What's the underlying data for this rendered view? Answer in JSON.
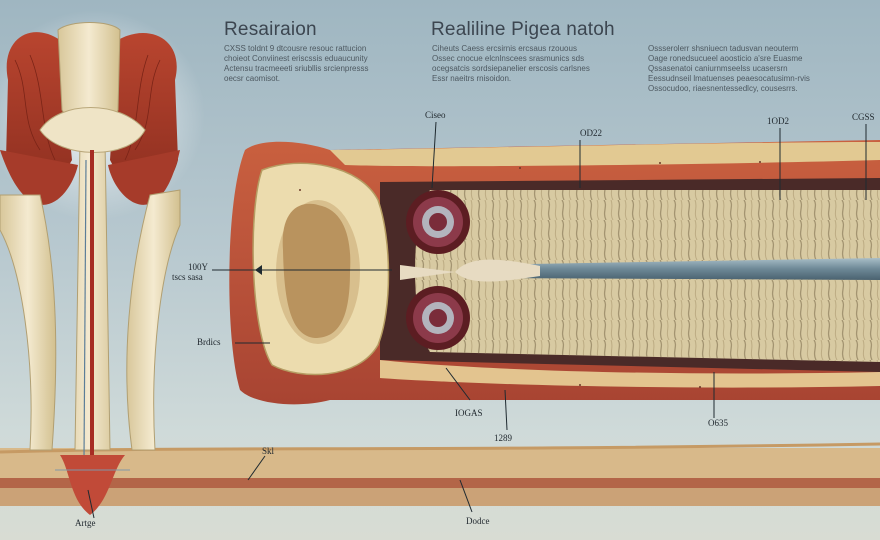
{
  "titles": {
    "left": "Resairaion",
    "middle": "Realiline Pigea natoh"
  },
  "paragraphs": {
    "left": [
      "CXSS toldnt 9 dtcousre resouc rattucion",
      "choieot Conviinest eriscssis eduaucunity",
      "Actensu tracmeeeti sriubllis srcienpresss",
      "oecsr caomisot."
    ],
    "middle": [
      "Ciheuts Caess ercsirnis ercsaus rzouous",
      "Ossec cnocue elcnlnscees srasmunics sds",
      "ocegsatcis sordsiepanelier erscosis carlsnes",
      "Essr naeitrs rnisoidon."
    ],
    "right": [
      "Ossserolerr shsniuecn tadusvan neouterm",
      "Oage ronedsucueel aoosticio a'sre Euasme",
      "Qssasenatoi caniurnmseelss ucasersrn",
      "Eessudnseil lmatuenses peaesocatusimn-rvis",
      "Ossocudoo, riaesnentessedlcy, cousesrrs."
    ]
  },
  "labels": {
    "gee": "Ciseo",
    "od22": "OD22",
    "l1002": "1OD2",
    "sgs": "CGSS",
    "l1009_a": "100Y",
    "l1009_b": "tscs sasa",
    "brcns": "Brdics",
    "kkso": "IOGAS",
    "l1289": "1289",
    "o635": "O635",
    "sk": "Skl",
    "artge": "Artge",
    "dodce": "Dodce"
  }
}
